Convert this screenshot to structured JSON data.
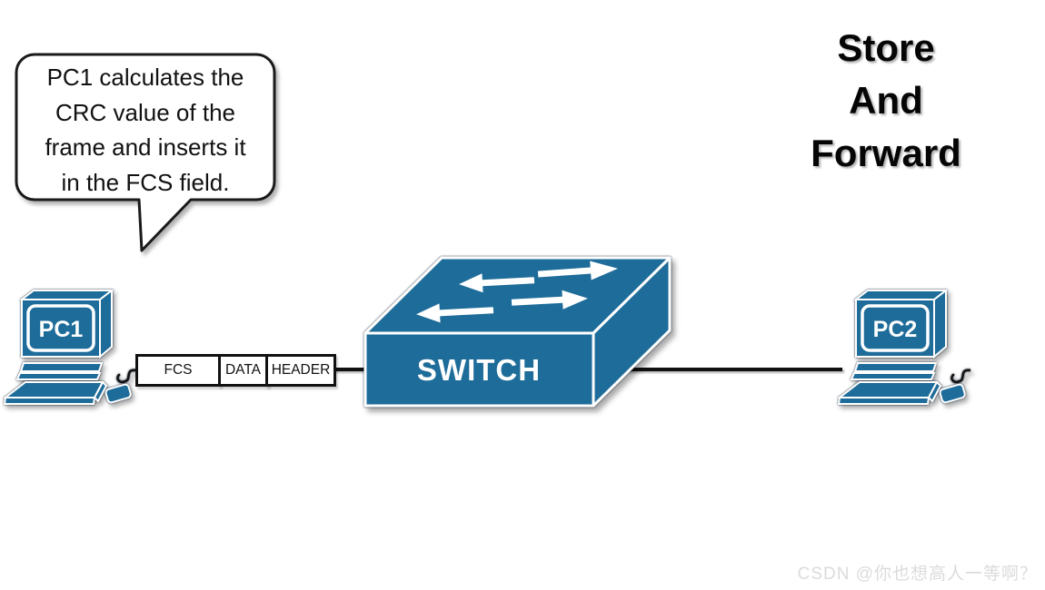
{
  "title": {
    "lines": [
      "Store",
      "And",
      "Forward"
    ]
  },
  "callout": {
    "lines": [
      "PC1 calculates the",
      "CRC value of the",
      "frame and inserts it",
      "in the FCS field."
    ]
  },
  "devices": {
    "pc1_label": "PC1",
    "pc2_label": "PC2",
    "switch_label": "SWITCH"
  },
  "frame": {
    "fields": [
      "FCS",
      "DATA",
      "HEADER"
    ]
  },
  "watermark": "CSDN @你也想高人一等啊？",
  "colors": {
    "device_blue": "#1E6C99",
    "outline_dark": "#10405E",
    "line_black": "#111111",
    "watermark_gray": "#DBDBDB"
  }
}
